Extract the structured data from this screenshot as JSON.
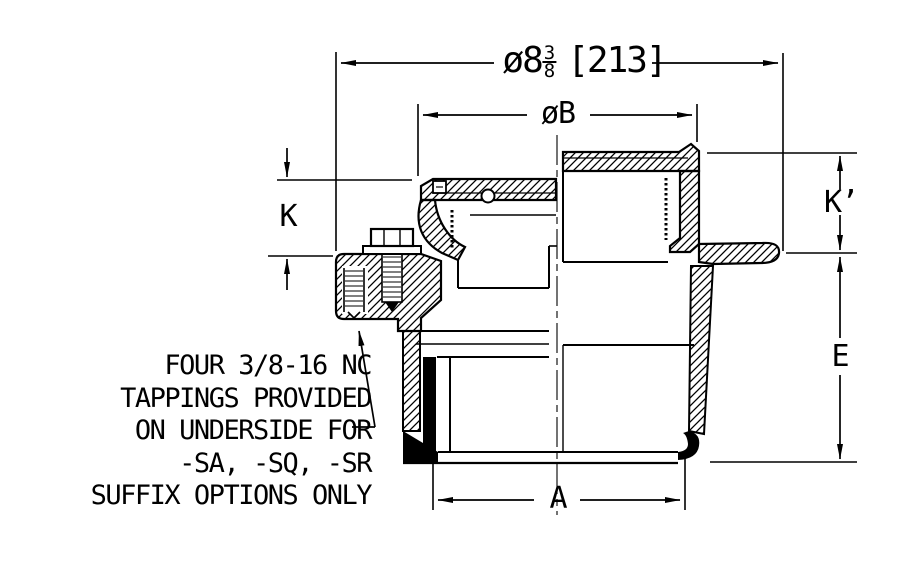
{
  "drawing": {
    "kind": "drain fitting cross-section",
    "colors": {
      "line": "#000000",
      "background": "#ffffff"
    },
    "dimensions": {
      "top_diameter": {
        "prefix": "ø8",
        "numerator": "3",
        "denominator": "8",
        "metric": "[213]"
      },
      "grate_diameter": "øB",
      "k_left": "K",
      "k_right": "K’",
      "body_height": "E",
      "outlet_width": "A"
    },
    "note": {
      "line1": "FOUR 3/8-16 NC",
      "line2": "TAPPINGS PROVIDED",
      "line3": "ON UNDERSIDE FOR",
      "line4": "-SA, -SQ, -SR",
      "line5": "SUFFIX OPTIONS ONLY"
    }
  }
}
